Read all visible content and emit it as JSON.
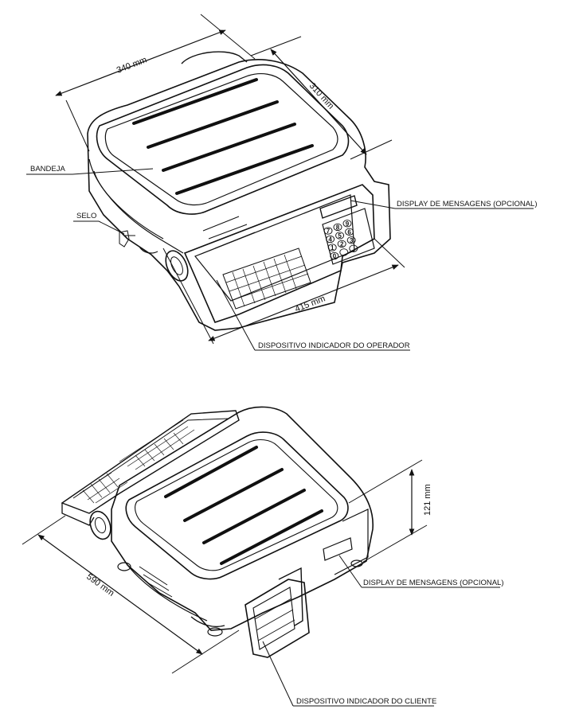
{
  "top_view": {
    "dim_width": "340 mm",
    "dim_depth": "310 mm",
    "dim_front": "415 mm",
    "label_tray": "BANDEJA",
    "label_seal": "SELO",
    "label_message_display": "DISPLAY DE MENSAGENS (OPCIONAL)",
    "label_operator_indicator": "DISPOSITIVO INDICADOR DO OPERADOR",
    "keypad_keys": [
      "7",
      "8",
      "9",
      "4",
      "5",
      "6",
      "1",
      "2",
      "3",
      "0",
      "",
      ""
    ]
  },
  "bottom_view": {
    "dim_height": "121 mm",
    "dim_length": "590 mm",
    "label_message_display": "DISPLAY DE MENSAGENS (OPCIONAL)",
    "label_customer_indicator": "DISPOSITIVO INDICADOR DO CLIENTE"
  }
}
